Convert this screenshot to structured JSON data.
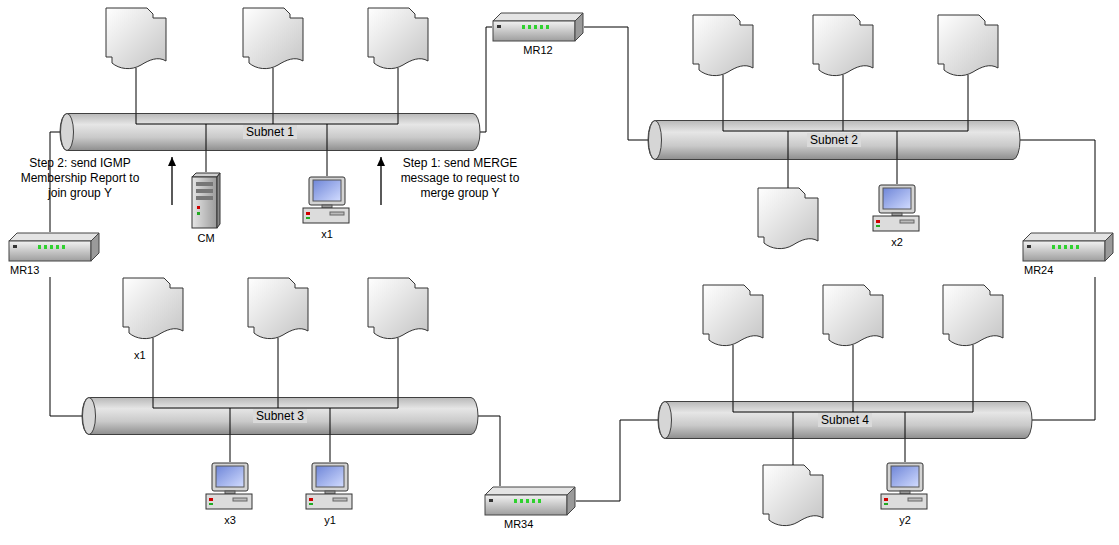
{
  "diagram": {
    "nodes": [
      {
        "text": [
          "MR12"
        ]
      },
      {
        "text": [
          "Subnet 1"
        ]
      },
      {
        "text": [
          "Subnet 2"
        ]
      },
      {
        "text": [
          "MR13"
        ]
      },
      {
        "text": [
          "CM"
        ]
      },
      {
        "text": [
          "x1"
        ]
      },
      {
        "text": [
          "x2"
        ]
      },
      {
        "text": [
          "MR24"
        ]
      },
      {
        "text": [
          "Subnet 3"
        ]
      },
      {
        "text": [
          "Subnet 4"
        ]
      },
      {
        "text": [
          "x3"
        ]
      },
      {
        "text": [
          "y1"
        ]
      },
      {
        "text": [
          "MR34"
        ]
      },
      {
        "text": [
          "y2"
        ]
      }
    ],
    "edges": [
      {
        "from": 1,
        "to": 0,
        "arrow": "none"
      },
      {
        "from": 0,
        "to": 2,
        "arrow": "none"
      },
      {
        "from": 1,
        "to": 3,
        "arrow": "none"
      },
      {
        "from": 3,
        "to": 8,
        "arrow": "none"
      },
      {
        "from": 2,
        "to": 7,
        "arrow": "none"
      },
      {
        "from": 7,
        "to": 9,
        "arrow": "none"
      },
      {
        "from": 8,
        "to": 12,
        "arrow": "none"
      },
      {
        "from": 12,
        "to": 9,
        "arrow": "none"
      },
      {
        "from": 4,
        "to": 1,
        "arrow": "none"
      },
      {
        "from": 5,
        "to": 1,
        "arrow": "none"
      },
      {
        "from": 6,
        "to": 2,
        "arrow": "none"
      },
      {
        "from": 10,
        "to": 8,
        "arrow": "none"
      },
      {
        "from": 11,
        "to": 8,
        "arrow": "none"
      },
      {
        "from": 13,
        "to": 9,
        "arrow": "none"
      }
    ],
    "labels": [
      "Step 2: send IGMP Membership Report to join group Y",
      "Step 1: send MERGE message to request to merge group Y",
      "x1"
    ]
  }
}
